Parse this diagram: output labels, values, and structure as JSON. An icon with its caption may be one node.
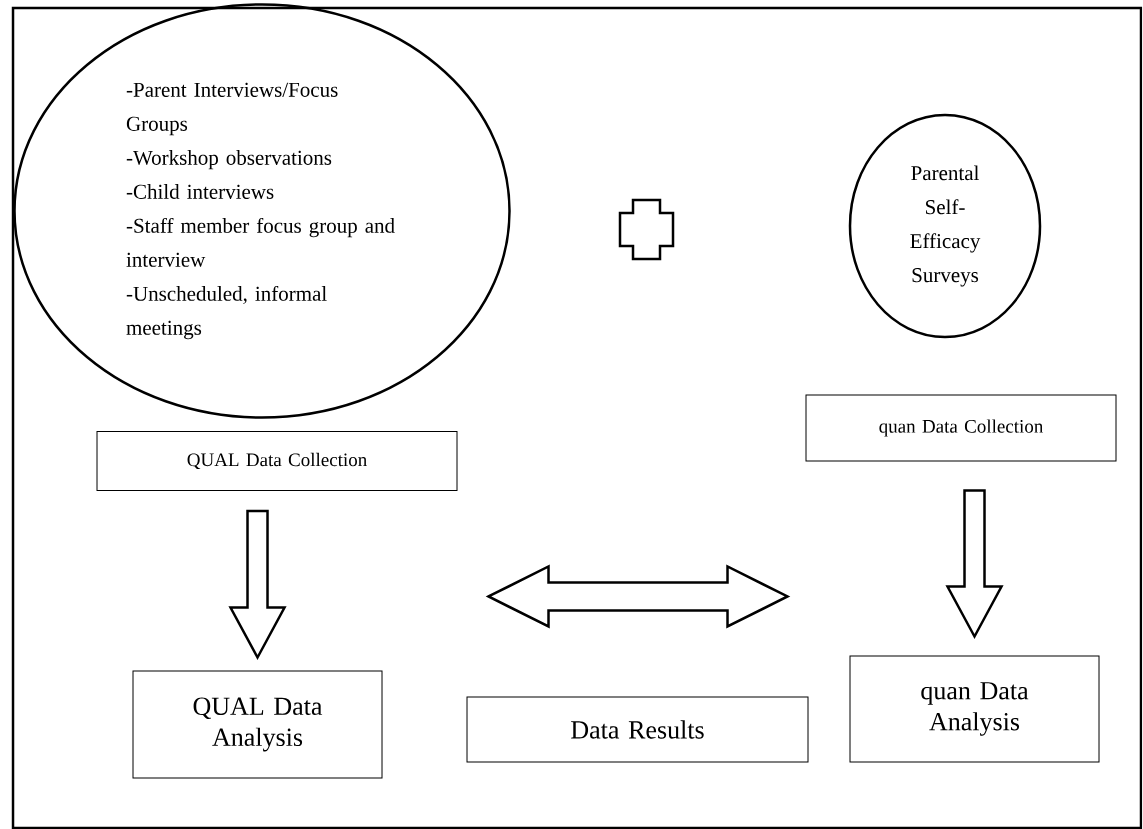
{
  "diagram": {
    "nodes": [
      {
        "text": [
          "-Parent Interviews/Focus Groups",
          "-Workshop observations",
          "-Child interviews",
          "-Staff member focus group and interview",
          "-Unscheduled, informal meetings"
        ]
      },
      {
        "text": [
          "Parental Self-Efficacy Surveys"
        ]
      },
      {
        "text": [
          "QUAL Data Collection"
        ]
      },
      {
        "text": [
          "quan Data Collection"
        ]
      },
      {
        "text": [
          "QUAL Data Analysis"
        ]
      },
      {
        "text": [
          "Data Results"
        ]
      },
      {
        "text": [
          "quan Data Analysis"
        ]
      }
    ],
    "edges": [
      {
        "from": 2,
        "to": 4,
        "arrow": "to"
      },
      {
        "from": 3,
        "to": 6,
        "arrow": "to"
      },
      {
        "from": 4,
        "to": 6,
        "arrow": "both"
      }
    ]
  }
}
